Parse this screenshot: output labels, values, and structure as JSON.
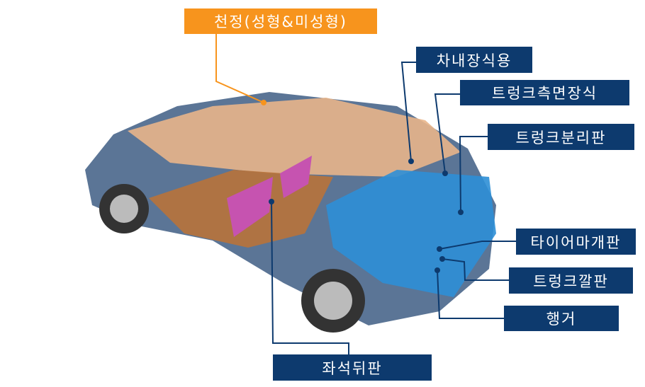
{
  "labels": {
    "ceiling": "천정(성형&미성형)",
    "interior_trim": "차내장식용",
    "trunk_side_trim": "트렁크측면장식",
    "trunk_divider": "트렁크분리판",
    "tire_cover": "타이어마개판",
    "trunk_mat": "트렁크깔판",
    "hanger": "행거",
    "seat_back": "좌석뒤판"
  },
  "colors": {
    "label_bg": "#0d3a6e",
    "highlight_label_bg": "#f7941d",
    "leader_line": "#0d3a6e",
    "ceiling_leader": "#f7941d"
  }
}
